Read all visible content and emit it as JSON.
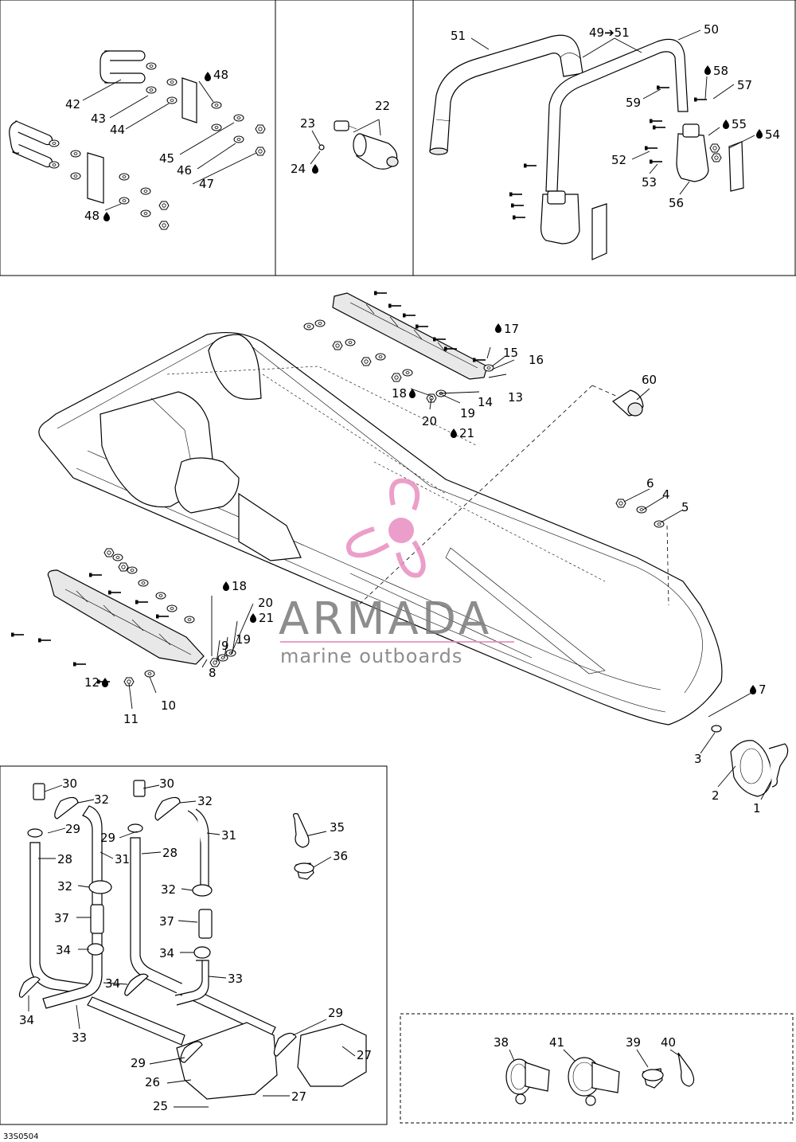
{
  "diagram_code": "33S0504",
  "watermark": {
    "brand": "ARMADA",
    "tagline": "marine outboards",
    "accent_color": "#e88ec0"
  },
  "drop_icon": "oil-drop-icon",
  "callouts": {
    "c1": "1",
    "c2": "2",
    "c3": "3",
    "c4": "4",
    "c5": "5",
    "c6": "6",
    "c7": "7",
    "c8": "8",
    "c9": "9",
    "c10": "10",
    "c11": "11",
    "c12": "12",
    "c13": "13",
    "c14": "14",
    "c15": "15",
    "c16": "16",
    "c17": "17",
    "c18a": "18",
    "c18b": "18",
    "c19a": "19",
    "c19b": "19",
    "c20a": "20",
    "c20b": "20",
    "c21a": "21",
    "c21b": "21",
    "c22": "22",
    "c23": "23",
    "c24": "24",
    "c25": "25",
    "c26": "26",
    "c27a": "27",
    "c27b": "27",
    "c28a": "28",
    "c28b": "28",
    "c29a": "29",
    "c29b": "29",
    "c29c": "29",
    "c29d": "29",
    "c30a": "30",
    "c30b": "30",
    "c31a": "31",
    "c31b": "31",
    "c32a": "32",
    "c32b": "32",
    "c32c": "32",
    "c32d": "32",
    "c33a": "33",
    "c33b": "33",
    "c34a": "34",
    "c34b": "34",
    "c34c": "34",
    "c34d": "34",
    "c35": "35",
    "c36": "36",
    "c37a": "37",
    "c37b": "37",
    "c38": "38",
    "c39": "39",
    "c40": "40",
    "c41": "41",
    "c42": "42",
    "c43": "43",
    "c44": "44",
    "c45": "45",
    "c46": "46",
    "c47": "47",
    "c48a": "48",
    "c48b": "48",
    "c4951": "49➔51",
    "c50": "50",
    "c51": "51",
    "c52": "52",
    "c53": "53",
    "c54": "54",
    "c55": "55",
    "c56": "56",
    "c57": "57",
    "c58": "58",
    "c59": "59",
    "c60": "60"
  }
}
